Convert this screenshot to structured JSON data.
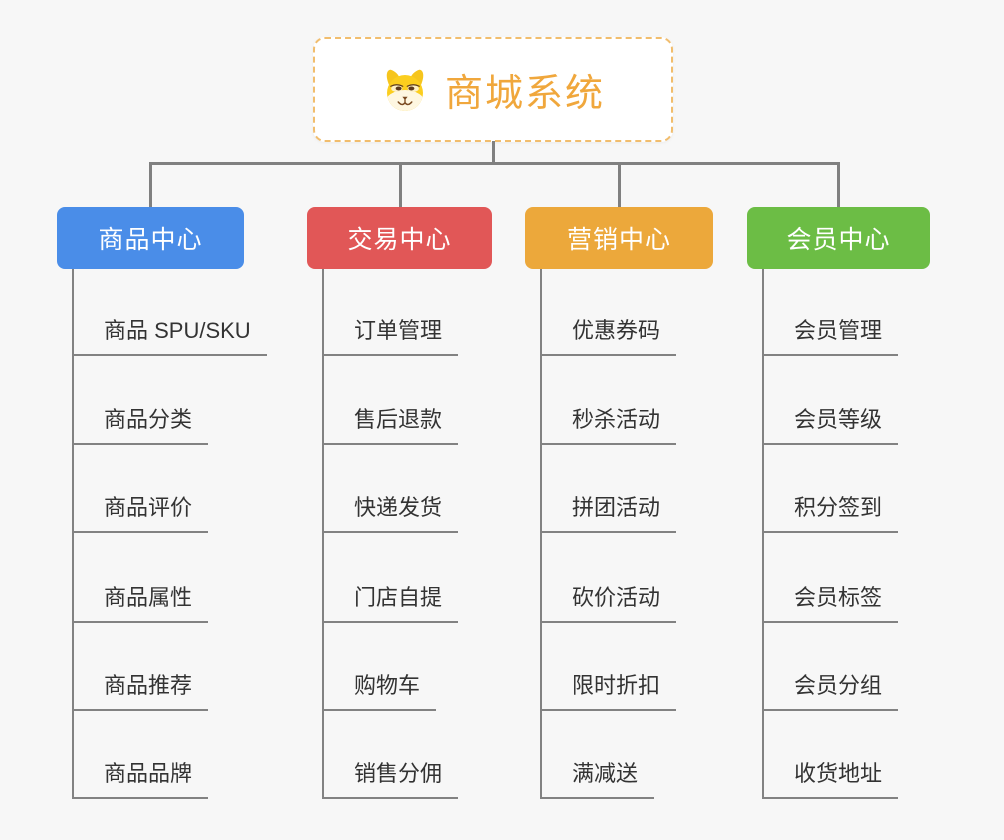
{
  "root": {
    "title": "商城系统",
    "icon": "dog-face-icon",
    "title_color": "#f0a73c",
    "border_color": "#f1bd6d"
  },
  "branches": [
    {
      "label": "商品中心",
      "color": "#4a8de8",
      "items": [
        "商品 SPU/SKU",
        "商品分类",
        "商品评价",
        "商品属性",
        "商品推荐",
        "商品品牌"
      ]
    },
    {
      "label": "交易中心",
      "color": "#e15757",
      "items": [
        "订单管理",
        "售后退款",
        "快递发货",
        "门店自提",
        "购物车",
        "销售分佣"
      ]
    },
    {
      "label": "营销中心",
      "color": "#eca83b",
      "items": [
        "优惠券码",
        "秒杀活动",
        "拼团活动",
        "砍价活动",
        "限时折扣",
        "满减送"
      ]
    },
    {
      "label": "会员中心",
      "color": "#6cbd45",
      "items": [
        "会员管理",
        "会员等级",
        "积分签到",
        "会员标签",
        "会员分组",
        "收货地址"
      ]
    }
  ],
  "canvas": {
    "background": "#f7f7f7",
    "connector_color": "#808080",
    "leaf_text_color": "#333333",
    "branch_text_color": "#ffffff"
  }
}
